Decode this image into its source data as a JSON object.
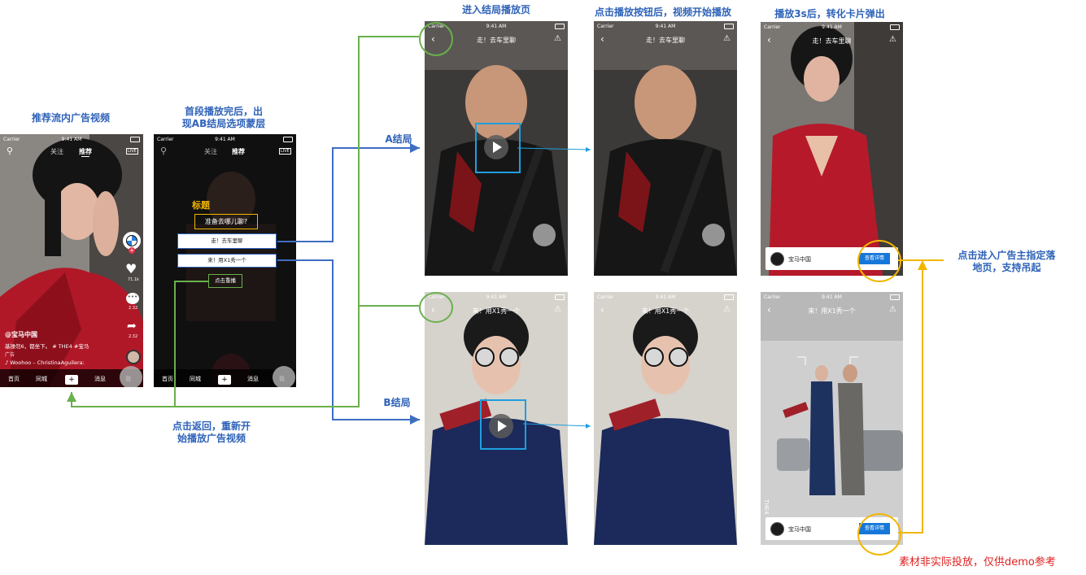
{
  "captions": {
    "feed_ad": "推荐流内广告视频",
    "ab_overlay_l1": "首段播放完后，出",
    "ab_overlay_l2": "现AB结局选项蒙层",
    "enter_ending": "进入结局播放页",
    "click_play": "点击播放按钮后，视频开始播放",
    "after_3s": "播放3s后，转化卡片弹出",
    "ending_a": "A结局",
    "ending_b": "B结局",
    "back_l1": "点击返回，重新开",
    "back_l2": "始播放广告视频",
    "landing_l1": "点击进入广告主指定落",
    "landing_l2": "地页，支持吊起",
    "disclaimer": "素材非实际投放，仅供demo参考"
  },
  "status": {
    "carrier": "Carrier",
    "time": "9:41 AM"
  },
  "feed": {
    "tab_follow": "关注",
    "tab_recommend": "推荐",
    "live": "LIVE",
    "account": "@宝马中国",
    "desc": "基操勿6，都坐下。 # THE4 #宝马",
    "desc2": "广告",
    "music": "♪ Woohoo – ChristinaAguilera:",
    "likes": "71.1k",
    "comments": "2.32",
    "shares": "2.32",
    "nav": [
      "首页",
      "同城",
      "+",
      "消息",
      "我"
    ]
  },
  "overlay": {
    "title": "标题",
    "question": "准备去哪儿聊?",
    "option_a": "走！去车里聊",
    "option_b": "来！用X1秀一个",
    "replay": "点击重播"
  },
  "video": {
    "title_a": "走！去车里聊",
    "title_b": "来！用X1秀一个",
    "brand": "宝马中国",
    "cta": "查看详情",
    "watermark": "THE4"
  },
  "colors": {
    "green": "#6ab04c",
    "blue": "#3f6ec1",
    "yellow": "#f2b600",
    "cyan": "#1e9fe0",
    "caption": "#2e62b8"
  }
}
